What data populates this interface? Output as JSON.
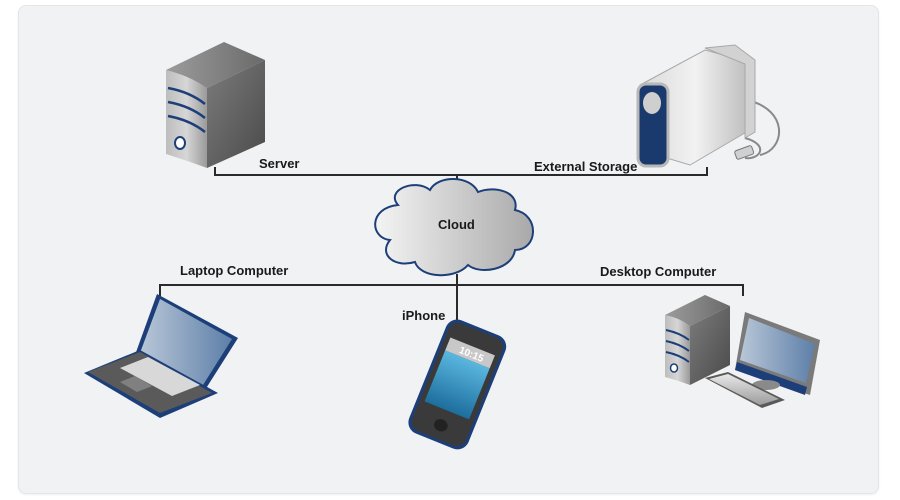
{
  "diagram": {
    "type": "network-topology",
    "colors": {
      "background": "#f1f2f4",
      "connector": "#2a2a2a",
      "accent_blue": "#1c3f7a",
      "device_gray": "#7a7a7a",
      "screen_blue": "#6d8fb5"
    },
    "nodes": [
      {
        "id": "server",
        "label": "Server",
        "icon": "server-tower-icon"
      },
      {
        "id": "external-storage",
        "label": "External Storage",
        "icon": "external-drive-icon"
      },
      {
        "id": "cloud",
        "label": "Cloud",
        "icon": "cloud-icon"
      },
      {
        "id": "laptop",
        "label": "Laptop Computer",
        "icon": "laptop-icon"
      },
      {
        "id": "iphone",
        "label": "iPhone",
        "icon": "smartphone-icon",
        "screen_time": "10:15"
      },
      {
        "id": "desktop",
        "label": "Desktop Computer",
        "icon": "desktop-pc-icon"
      }
    ],
    "edges": [
      {
        "from": "server",
        "to": "cloud"
      },
      {
        "from": "external-storage",
        "to": "cloud"
      },
      {
        "from": "cloud",
        "to": "laptop"
      },
      {
        "from": "cloud",
        "to": "iphone"
      },
      {
        "from": "cloud",
        "to": "desktop"
      }
    ]
  }
}
